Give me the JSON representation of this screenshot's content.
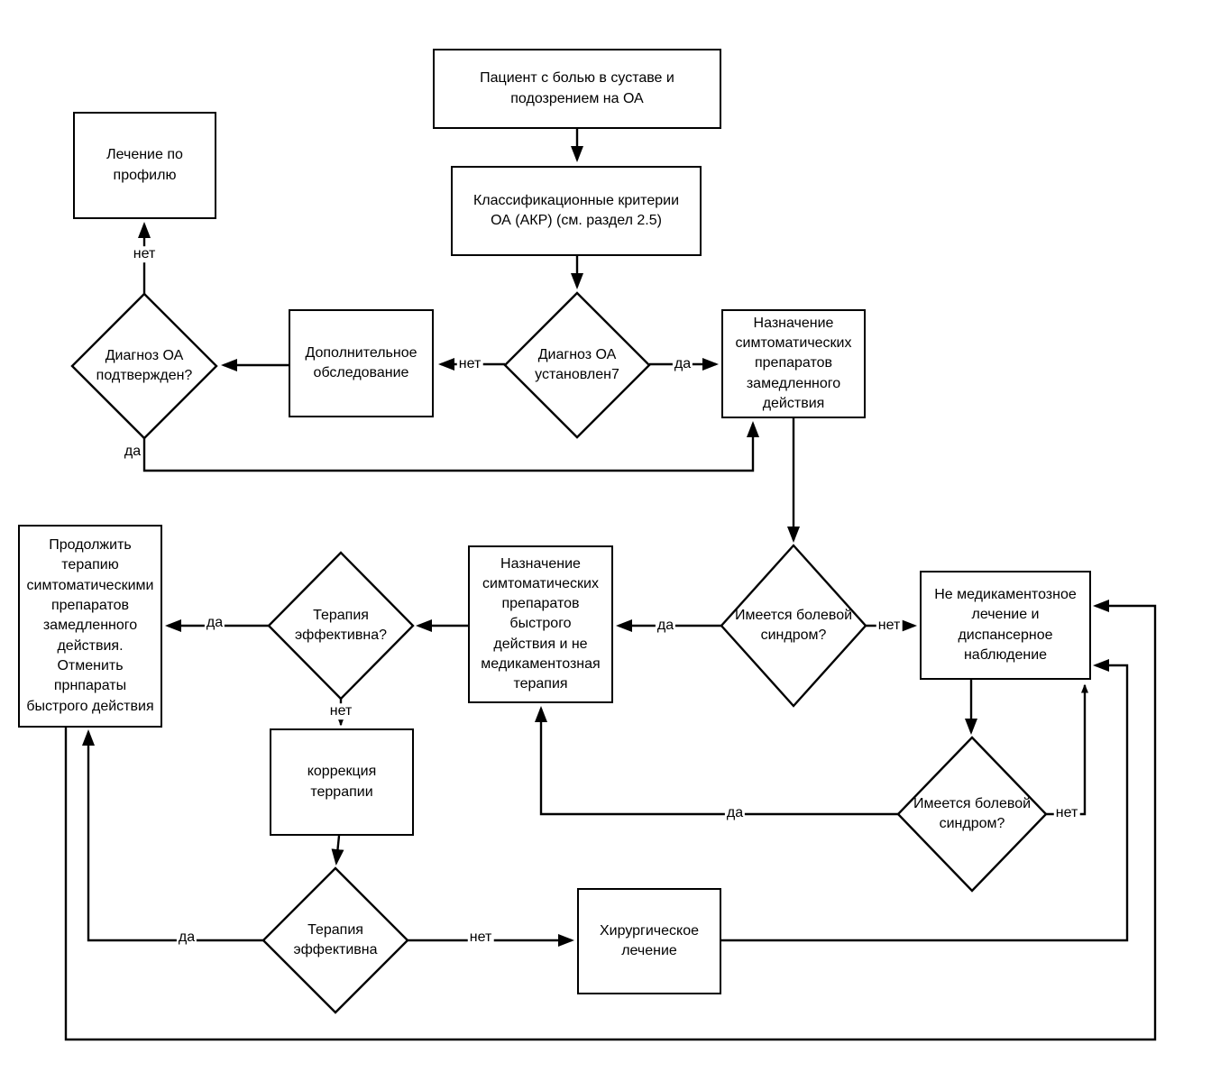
{
  "diagram": {
    "nodes": {
      "patient": "Пациент с болью в суставе и подозрением на ОА",
      "criteria": "Классификационные критерии ОА (АКР) (см. раздел 2.5)",
      "diagnosis_established": "Диагноз ОА установлен7",
      "additional_exam": "Дополнительное обследование",
      "diagnosis_confirmed": "Диагноз ОА подтвержден?",
      "profile_treatment": "Лечение по профилю",
      "slow_drugs": "Назначение симтоматических препаратов замедленного действия",
      "pain_syndrome_1": "Имеется болевой синдром?",
      "fast_drugs": "Назначение симтоматических препаратов быстрого действия и не медикаментозная терапия",
      "therapy_effective_1": "Терапия эффективна?",
      "continue_therapy": "Продолжить терапию симтоматическими препаратов замедленного действия. Отменить прнпараты быстрого действия",
      "therapy_correction": "коррекция террапии",
      "nonmed_treatment": "Не медикаментозное лечение и диспансерное наблюдение",
      "pain_syndrome_2": "Имеется болевой синдром?",
      "therapy_effective_2": "Терапия эффективна",
      "surgery": "Хирургическое лечение"
    },
    "labels": {
      "established_no": "нет",
      "established_yes": "да",
      "confirmed_no": "нет",
      "confirmed_yes": "да",
      "pain1_yes": "да",
      "pain1_no": "нет",
      "effective1_yes": "да",
      "effective1_no": "нет",
      "pain2_yes": "да",
      "pain2_no": "нет",
      "effective2_yes": "да",
      "effective2_no": "нет"
    },
    "colors": {
      "line": "#000000",
      "background": "#ffffff",
      "text": "#000000"
    }
  }
}
